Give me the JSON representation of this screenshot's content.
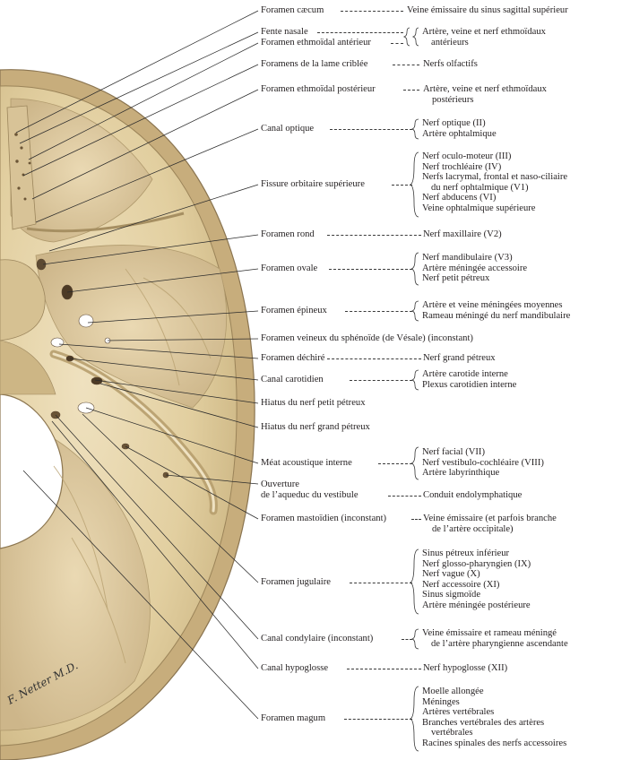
{
  "labels": [
    {
      "name": "Foramen cæcum",
      "desc": [
        "Veine émissaire du sinus sagittal supérieur"
      ]
    },
    {
      "name": "Fente nasale",
      "desc": []
    },
    {
      "name": "Foramen ethmoïdal antérieur",
      "desc": [
        "Artère, veine et nerf ethmoïdaux",
        "antérieurs"
      ]
    },
    {
      "name": "Foramens de la lame criblée",
      "desc": [
        "Nerfs olfactifs"
      ]
    },
    {
      "name": "Foramen ethmoïdal postérieur",
      "desc": [
        "Artère, veine et nerf ethmoïdaux",
        "postérieurs"
      ]
    },
    {
      "name": "Canal optique",
      "desc": [
        "Nerf optique (II)",
        "Artère ophtalmique"
      ]
    },
    {
      "name": "Fissure orbitaire supérieure",
      "desc": [
        "Nerf oculo-moteur (III)",
        "Nerf trochléaire (IV)",
        "Nerfs lacrymal, frontal et naso-ciliaire",
        "du nerf ophtalmique (V1)",
        "Nerf abducens (VI)",
        "Veine ophtalmique supérieure"
      ]
    },
    {
      "name": "Foramen rond",
      "desc": [
        "Nerf maxillaire (V2)"
      ]
    },
    {
      "name": "Foramen ovale",
      "desc": [
        "Nerf mandibulaire (V3)",
        "Artère méningée accessoire",
        "Nerf petit pétreux"
      ]
    },
    {
      "name": "Foramen épineux",
      "desc": [
        "Artère et veine méningées moyennes",
        "Rameau méningé du nerf mandibulaire"
      ]
    },
    {
      "name": "Foramen veineux du sphénoïde (de Vésale) (inconstant)",
      "desc": []
    },
    {
      "name": "Foramen déchiré",
      "desc": [
        "Nerf grand pétreux"
      ]
    },
    {
      "name": "Canal carotidien",
      "desc": [
        "Artère carotide interne",
        "Plexus carotidien interne"
      ]
    },
    {
      "name": "Hiatus du nerf petit pétreux",
      "desc": []
    },
    {
      "name": "Hiatus du nerf grand pétreux",
      "desc": []
    },
    {
      "name": "Méat acoustique interne",
      "desc": [
        "Nerf facial (VII)",
        "Nerf vestibulo-cochléaire (VIII)",
        "Artère labyrinthique"
      ]
    },
    {
      "name": "Ouverture",
      "desc": []
    },
    {
      "name": "de l’aqueduc du vestibule",
      "desc": [
        "Conduit endolymphatique"
      ]
    },
    {
      "name": "Foramen mastoïdien (inconstant)",
      "desc": [
        "Veine émissaire (et parfois branche",
        "de l’artère occipitale)"
      ]
    },
    {
      "name": "Foramen jugulaire",
      "desc": [
        "Sinus pétreux inférieur",
        "Nerf glosso-pharyngien (IX)",
        "Nerf vague (X)",
        "Nerf accessoire (XI)",
        "Sinus sigmoïde",
        "Artère méningée postérieure"
      ]
    },
    {
      "name": "Canal condylaire (inconstant)",
      "desc": [
        "Veine émissaire et rameau méningé",
        "de l’artère pharyngienne ascendante"
      ]
    },
    {
      "name": "Canal hypoglosse",
      "desc": [
        "Nerf hypoglosse (XII)"
      ]
    },
    {
      "name": "Foramen magum",
      "desc": [
        "Moelle allongée",
        "Méninges",
        "Artères vertébrales",
        "Branches vertébrales des artères",
        "vertébrales",
        "Racines spinales des nerfs accessoires"
      ]
    }
  ],
  "signature": "F. Netter M.D."
}
